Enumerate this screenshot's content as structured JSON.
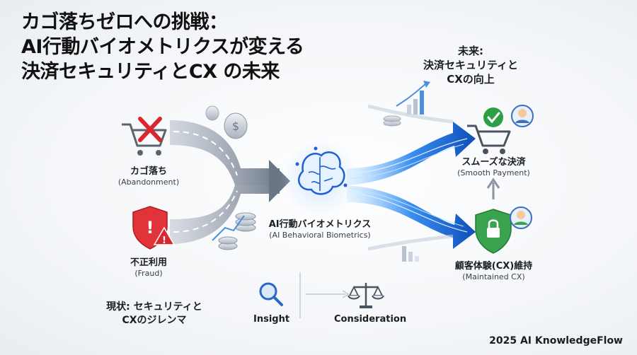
{
  "title": {
    "line1": "カゴ落ちゼロへの挑戦：",
    "line2": "AI行動バイオメトリクスが変える",
    "line3": "決済セキュリティとCX の未来"
  },
  "left": {
    "cart_abandon": {
      "jp": "カゴ落ち",
      "en": "(Abandonment)"
    },
    "fraud": {
      "jp": "不正利用",
      "en": "(Fraud)"
    }
  },
  "center": {
    "jp": "AI行動バイオメトリクス",
    "en": "(AI Behavioral Biometrics)"
  },
  "future": {
    "line1": "未来:",
    "line2": "決済セキュリティと",
    "line3": "CXの向上"
  },
  "right": {
    "smooth": {
      "jp": "スムーズな決済",
      "en": "(Smooth Payment)"
    },
    "cx": {
      "jp": "顧客体験(CX)維持",
      "en": "(Maintained CX)"
    }
  },
  "status": {
    "line1": "現状: セキュリティと",
    "line2": "CXのジレンマ"
  },
  "insight": "Insight",
  "consideration": "Consideration",
  "footer": "2025 AI KnowledgeFlow",
  "colors": {
    "accent_blue": "#1f5fd6",
    "red": "#d8282d",
    "green": "#2e9e44",
    "road": "#8e98a6"
  }
}
